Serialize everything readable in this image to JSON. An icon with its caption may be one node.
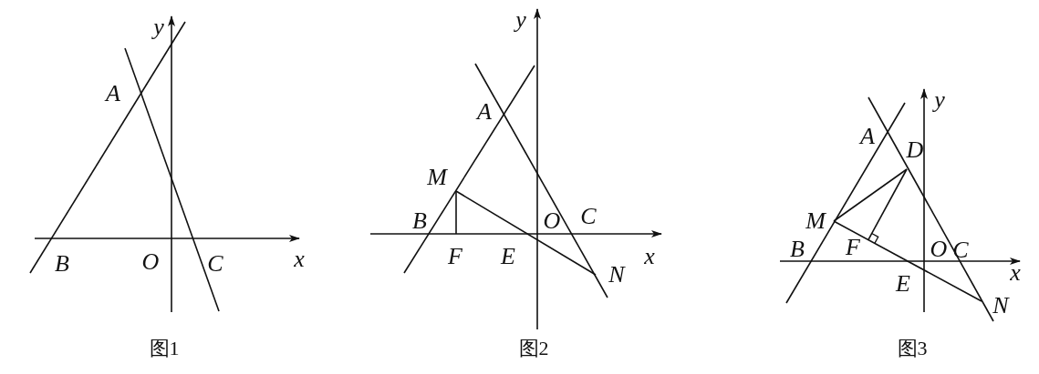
{
  "diagram": {
    "labels": [
      "y",
      "A",
      "B",
      "O",
      "C",
      "x",
      "图1",
      "y",
      "A",
      "M",
      "B",
      "O",
      "C",
      "F",
      "E",
      "x",
      "N",
      "图2",
      "y",
      "A",
      "D",
      "M",
      "B",
      "F",
      "O",
      "C",
      "x",
      "E",
      "N",
      "图3"
    ]
  }
}
